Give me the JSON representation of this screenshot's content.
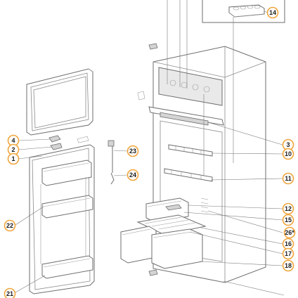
{
  "accent_color": "#f0a53c",
  "callouts": [
    {
      "id": "c14",
      "label": "14"
    },
    {
      "id": "c4",
      "label": "4"
    },
    {
      "id": "c2",
      "label": "2"
    },
    {
      "id": "c1",
      "label": "1"
    },
    {
      "id": "c23",
      "label": "23"
    },
    {
      "id": "c24",
      "label": "24"
    },
    {
      "id": "c22",
      "label": "22"
    },
    {
      "id": "c21",
      "label": "21"
    },
    {
      "id": "c3",
      "label": "3"
    },
    {
      "id": "c10",
      "label": "10"
    },
    {
      "id": "c11",
      "label": "11"
    },
    {
      "id": "c12",
      "label": "12"
    },
    {
      "id": "c15",
      "label": "15"
    },
    {
      "id": "c26",
      "label": "26*"
    },
    {
      "id": "c16",
      "label": "16"
    },
    {
      "id": "c17",
      "label": "17"
    },
    {
      "id": "c18",
      "label": "18"
    }
  ]
}
